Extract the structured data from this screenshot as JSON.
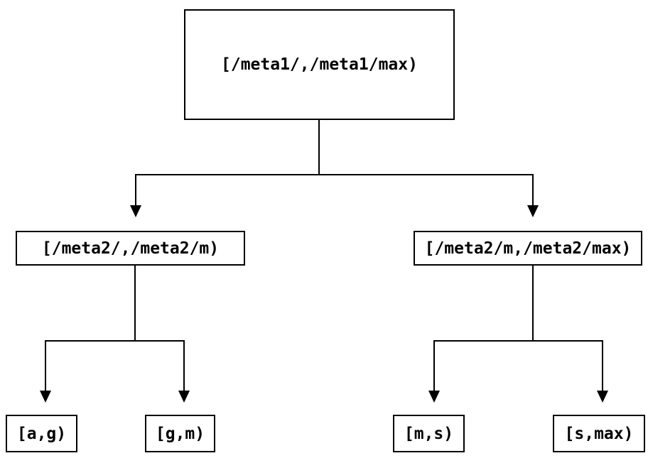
{
  "diagram": {
    "type": "tree",
    "colors": {
      "background": "#ffffff",
      "line": "#000000",
      "box_border": "#000000",
      "text": "#000000"
    },
    "nodes": {
      "root": {
        "label": "[/meta1/,/meta1/max)"
      },
      "level1": [
        {
          "label": "[/meta2/,/meta2/m)"
        },
        {
          "label": "[/meta2/m,/meta2/max)"
        }
      ],
      "level2": [
        {
          "label": "[a,g)"
        },
        {
          "label": "[g,m)"
        },
        {
          "label": "[m,s)"
        },
        {
          "label": "[s,max)"
        }
      ]
    },
    "edges": [
      {
        "from": "root",
        "to": "level1.0"
      },
      {
        "from": "root",
        "to": "level1.1"
      },
      {
        "from": "level1.0",
        "to": "level2.0"
      },
      {
        "from": "level1.0",
        "to": "level2.1"
      },
      {
        "from": "level1.1",
        "to": "level2.2"
      },
      {
        "from": "level1.1",
        "to": "level2.3"
      }
    ]
  }
}
